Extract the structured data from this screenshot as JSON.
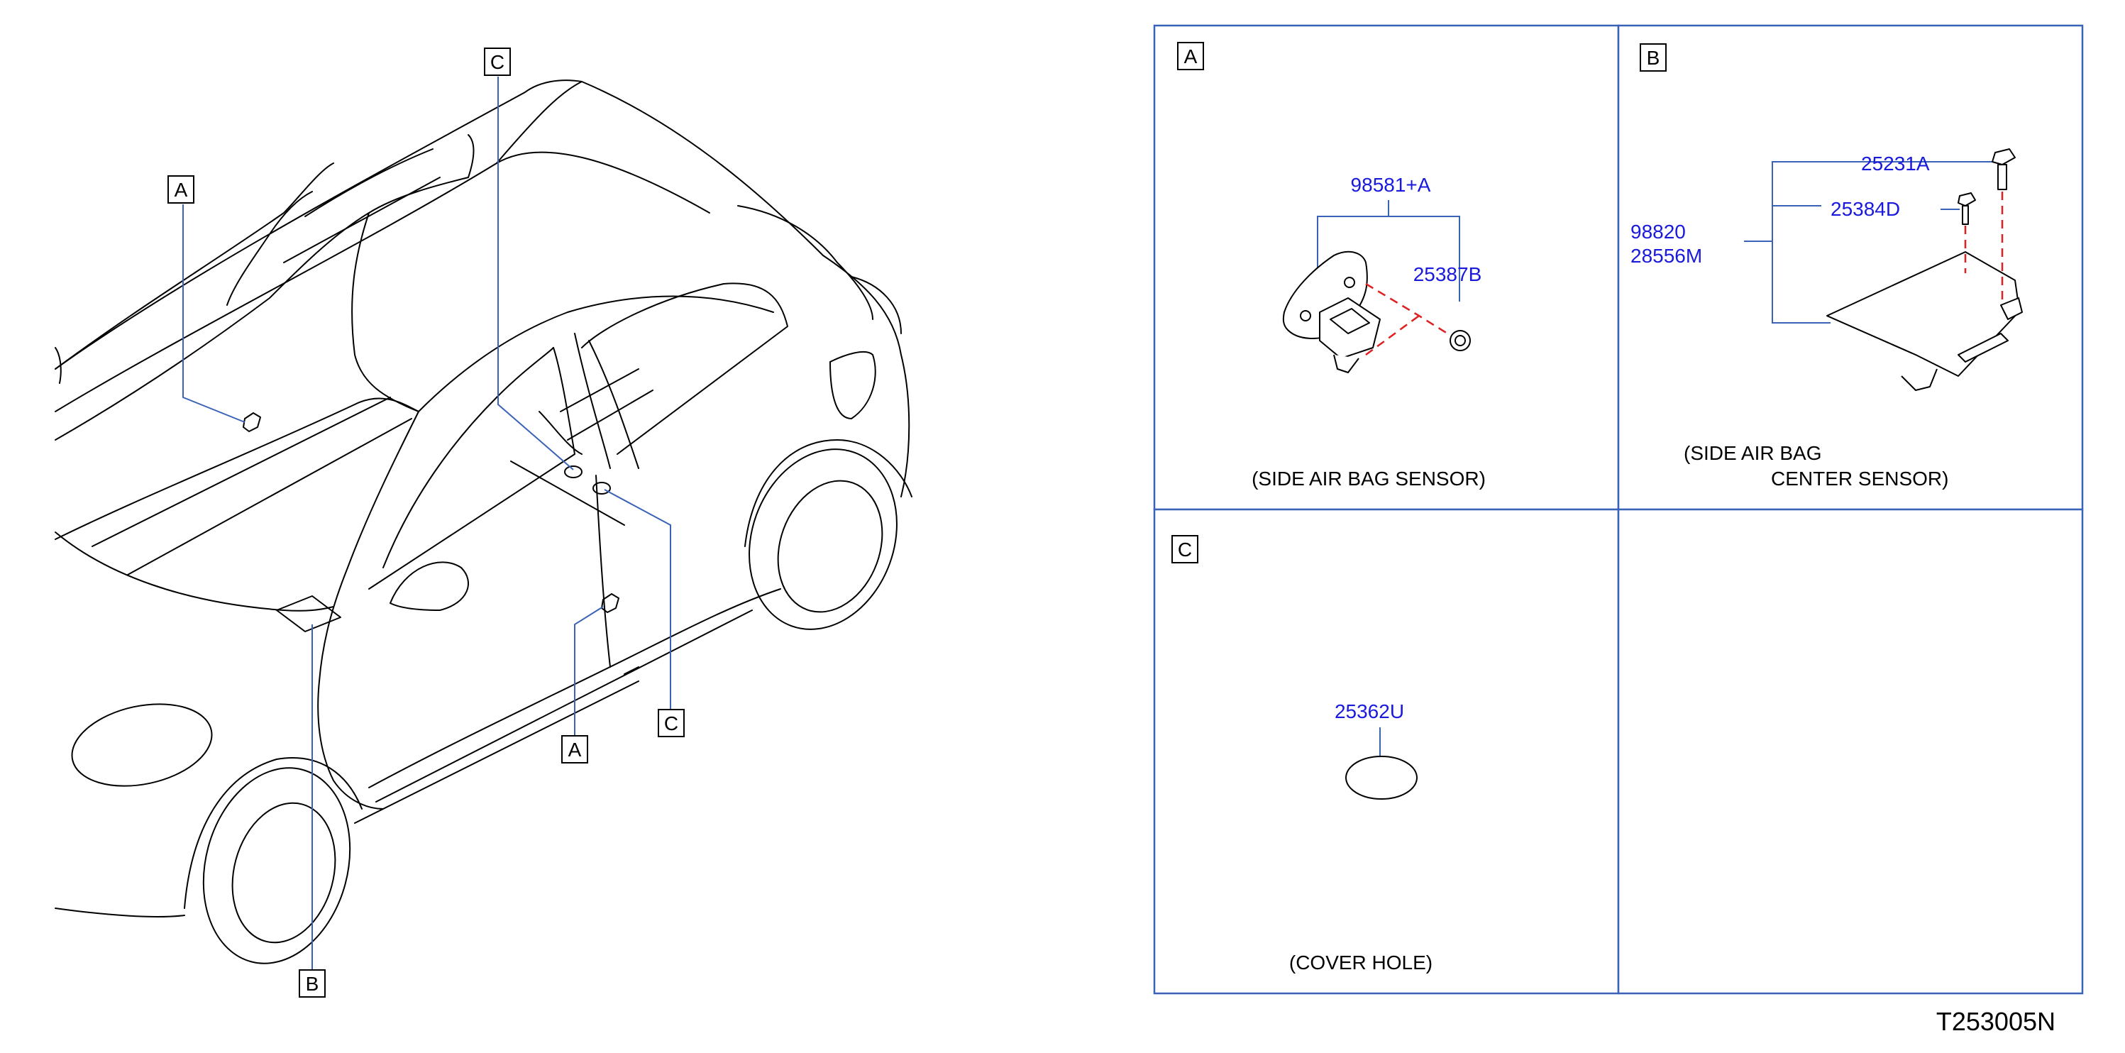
{
  "callouts": {
    "a": "A",
    "b": "B",
    "c": "C"
  },
  "panels": {
    "a": {
      "label": "A",
      "part_main": "98581+A",
      "part_nut": "25387B",
      "caption": "(SIDE   AIR   BAG    SENSOR)"
    },
    "b": {
      "label": "B",
      "part_bolt_a": "25231A",
      "part_bolt_d": "25384D",
      "part_unit_1": "98820",
      "part_unit_2": "28556M",
      "caption_line1": "(SIDE   AIR   BAG",
      "caption_line2": "CENTER   SENSOR)"
    },
    "c": {
      "label": "C",
      "part_cover": "25362U",
      "caption": "(COVER   HOLE)"
    }
  },
  "diagram_code": "T253005N",
  "colors": {
    "leader": "#3a63b8",
    "part_number": "#1a1adc",
    "dashed": "#e02020"
  }
}
